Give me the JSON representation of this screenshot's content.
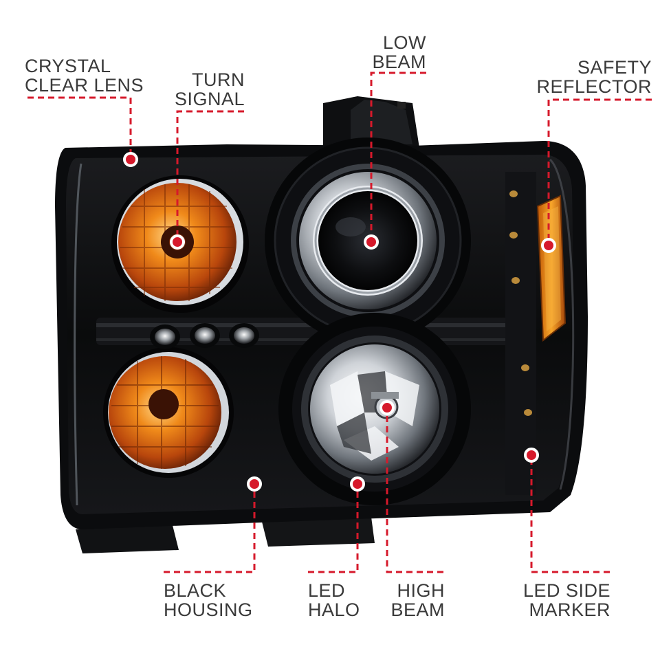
{
  "image": {
    "subject": "black projector headlight assembly with amber turn signals, LED halo rings, amber side reflector and LED accent lights",
    "background": "#ffffff",
    "callout_color": "#d6192b"
  },
  "callouts": [
    {
      "id": "crystal-clear-lens",
      "line1": "CRYSTAL",
      "line2": "CLEAR LENS"
    },
    {
      "id": "turn-signal",
      "line1": "TURN",
      "line2": "SIGNAL"
    },
    {
      "id": "low-beam",
      "line1": "LOW",
      "line2": "BEAM"
    },
    {
      "id": "safety-reflector",
      "line1": "SAFETY",
      "line2": "REFLECTOR"
    },
    {
      "id": "black-housing",
      "line1": "BLACK",
      "line2": "HOUSING"
    },
    {
      "id": "led-halo",
      "line1": "LED",
      "line2": "HALO"
    },
    {
      "id": "high-beam",
      "line1": "HIGH",
      "line2": "BEAM"
    },
    {
      "id": "led-side-marker",
      "line1": "LED SIDE",
      "line2": "MARKER"
    }
  ]
}
